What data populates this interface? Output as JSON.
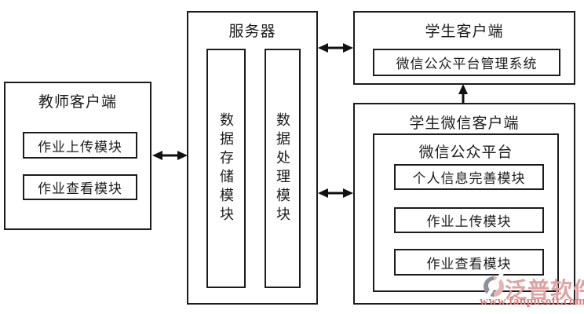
{
  "diagram": {
    "teacher_client": {
      "title": "教师客户端",
      "modules": [
        "作业上传模块",
        "作业查看模块"
      ]
    },
    "server": {
      "title": "服务器",
      "modules": [
        "数据存储模块",
        "数据处理模块"
      ]
    },
    "student_client": {
      "title": "学生客户端",
      "modules": [
        "微信公众平台管理系统"
      ]
    },
    "student_wechat_client": {
      "title": "学生微信客户端",
      "platform": {
        "title": "微信公众平台",
        "modules": [
          "个人信息完善模块",
          "作业上传模块",
          "作业查看模块"
        ]
      }
    }
  },
  "watermark": {
    "brand": "泛普软件",
    "url": "www.fanpusoft.com",
    "brand_color": "#dfa2a2",
    "url_color": "#dd7878",
    "logo_dark_color": "#8f8f9a",
    "logo_pink_color": "#e5b5b5"
  },
  "colors": {
    "border": "#1c1c1c",
    "background": "#ffffff",
    "arrow": "#111111",
    "text": "#1c1c1c"
  }
}
